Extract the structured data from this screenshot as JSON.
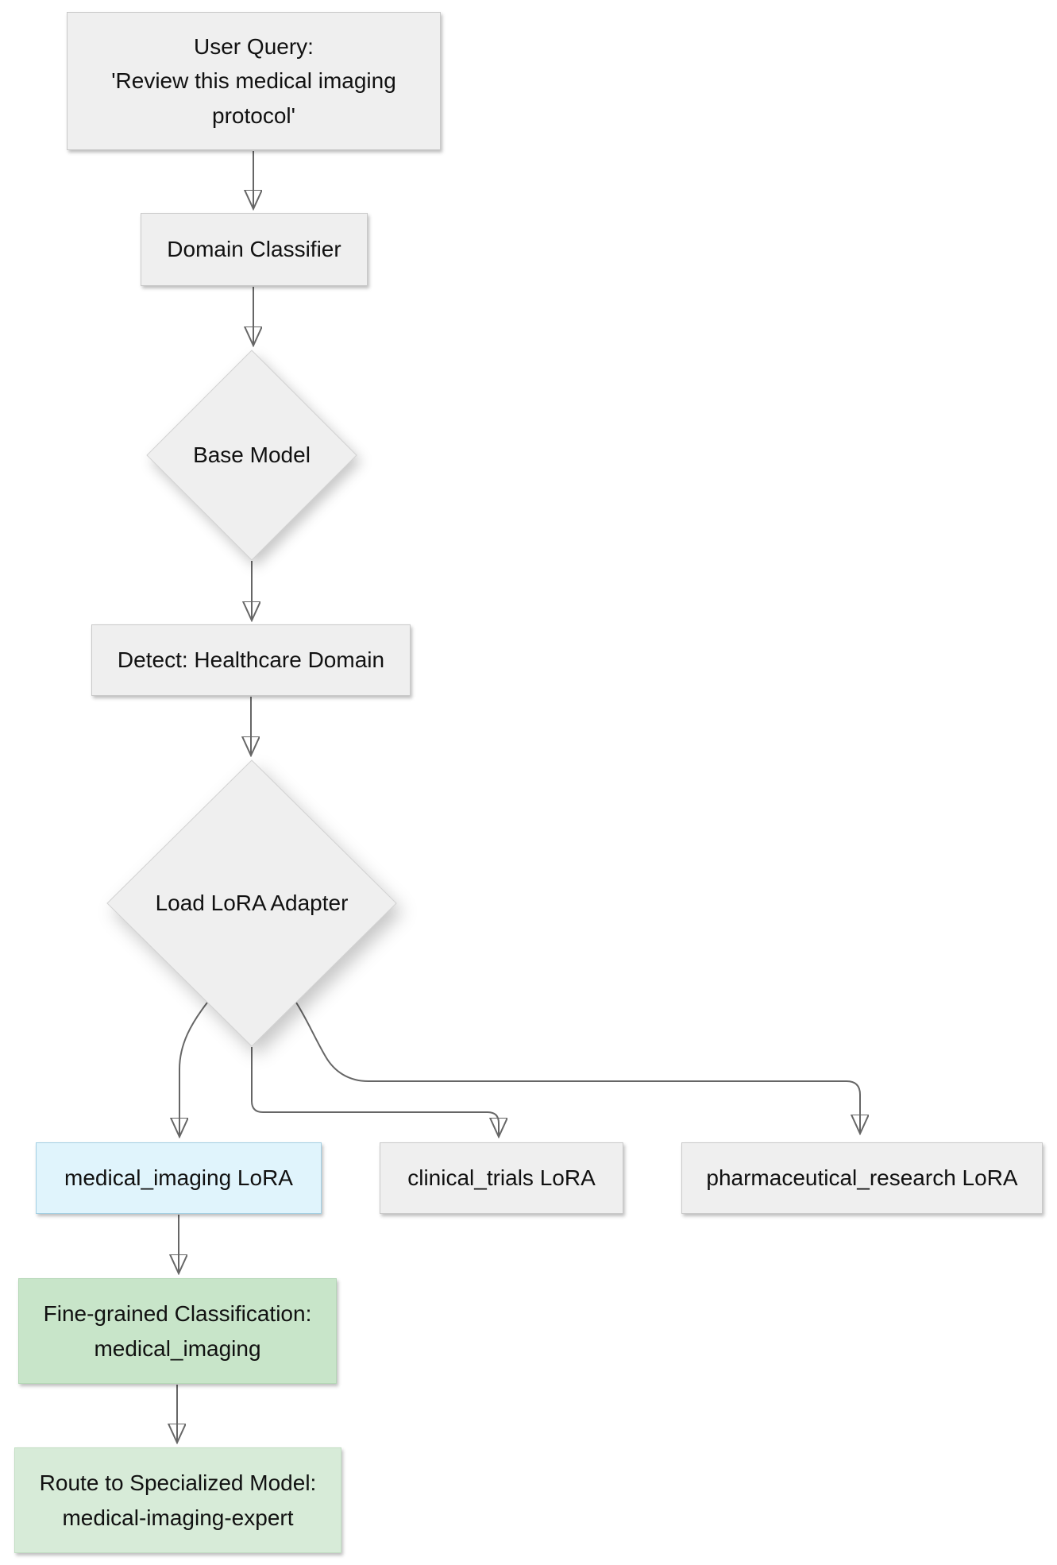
{
  "diagram": {
    "type": "flowchart",
    "direction": "top-down",
    "colors": {
      "background": "#ffffff",
      "node_gray_fill": "#efefef",
      "node_gray_border": "#c9c9c9",
      "node_blue_fill": "#e0f4fc",
      "node_blue_border": "#a3cfe3",
      "node_green_fill": "#c8e5c9",
      "node_green_border": "#b4d7b6",
      "node_green_light_fill": "#d7ebd8",
      "node_green_light_border": "#c2dec3",
      "edge_color": "#666666",
      "text_color": "#111111"
    }
  },
  "nodes": {
    "user_query": {
      "shape": "rectangle",
      "lines": [
        "User Query:",
        "'Review this medical imaging",
        "protocol'"
      ]
    },
    "domain_classifier": {
      "shape": "rectangle",
      "label": "Domain Classifier"
    },
    "base_model": {
      "shape": "diamond",
      "label": "Base Model"
    },
    "detect_domain": {
      "shape": "rectangle",
      "label": "Detect: Healthcare Domain"
    },
    "load_lora": {
      "shape": "diamond",
      "label": "Load LoRA Adapter"
    },
    "medical_lora": {
      "shape": "rectangle",
      "label": "medical_imaging LoRA"
    },
    "clinical_lora": {
      "shape": "rectangle",
      "label": "clinical_trials LoRA"
    },
    "pharma_lora": {
      "shape": "rectangle",
      "label": "pharmaceutical_research LoRA"
    },
    "fine_grained": {
      "shape": "rectangle",
      "lines": [
        "Fine-grained Classification:",
        "medical_imaging"
      ]
    },
    "route": {
      "shape": "rectangle",
      "lines": [
        "Route to Specialized Model:",
        "medical-imaging-expert"
      ]
    }
  },
  "edges": [
    {
      "from": "user_query",
      "to": "domain_classifier"
    },
    {
      "from": "domain_classifier",
      "to": "base_model"
    },
    {
      "from": "base_model",
      "to": "detect_domain"
    },
    {
      "from": "detect_domain",
      "to": "load_lora"
    },
    {
      "from": "load_lora",
      "to": "medical_lora"
    },
    {
      "from": "load_lora",
      "to": "clinical_lora"
    },
    {
      "from": "load_lora",
      "to": "pharma_lora"
    },
    {
      "from": "medical_lora",
      "to": "fine_grained"
    },
    {
      "from": "fine_grained",
      "to": "route"
    }
  ]
}
